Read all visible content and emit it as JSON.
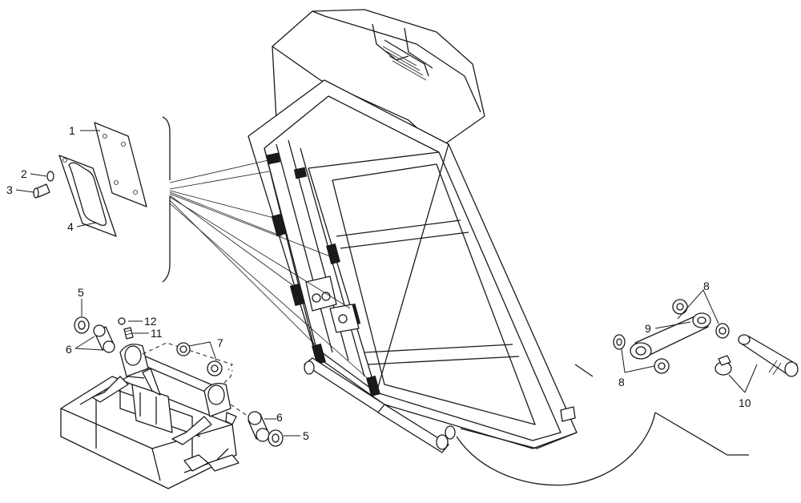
{
  "callouts": {
    "c1": "1",
    "c2": "2",
    "c3": "3",
    "c4": "4",
    "c5a": "5",
    "c5b": "5",
    "c6a": "6",
    "c6b": "6",
    "c7": "7",
    "c8a": "8",
    "c8b": "8",
    "c9": "9",
    "c10": "10",
    "c11": "11",
    "c12": "12"
  },
  "colors": {
    "ink": "#1a1a1a",
    "background": "#ffffff"
  }
}
